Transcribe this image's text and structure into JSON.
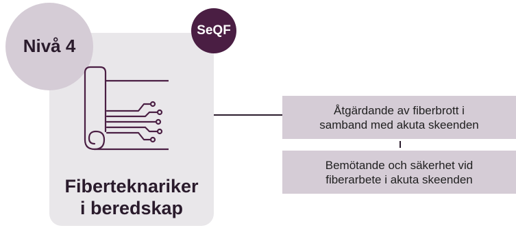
{
  "level": {
    "label": "Nivå 4"
  },
  "badge": {
    "label": "SeQF"
  },
  "card": {
    "title_lines": [
      "Fiberteknariker",
      "i beredskap"
    ]
  },
  "modules": [
    {
      "lines": [
        "Åtgärdande av fiberbrott i",
        "samband med akuta skeenden"
      ]
    },
    {
      "lines": [
        "Bemötande och säkerhet vid",
        "fiberarbete i akuta skeenden"
      ]
    }
  ],
  "icons": {
    "card_icon": "blueprint-circuit-icon"
  },
  "colors": {
    "card_bg": "#e9e7ea",
    "circle_bg": "#d5ccd6",
    "badge_bg": "#4a1e43",
    "box_bg": "#d5ccd6",
    "ink": "#2a1b2c"
  }
}
